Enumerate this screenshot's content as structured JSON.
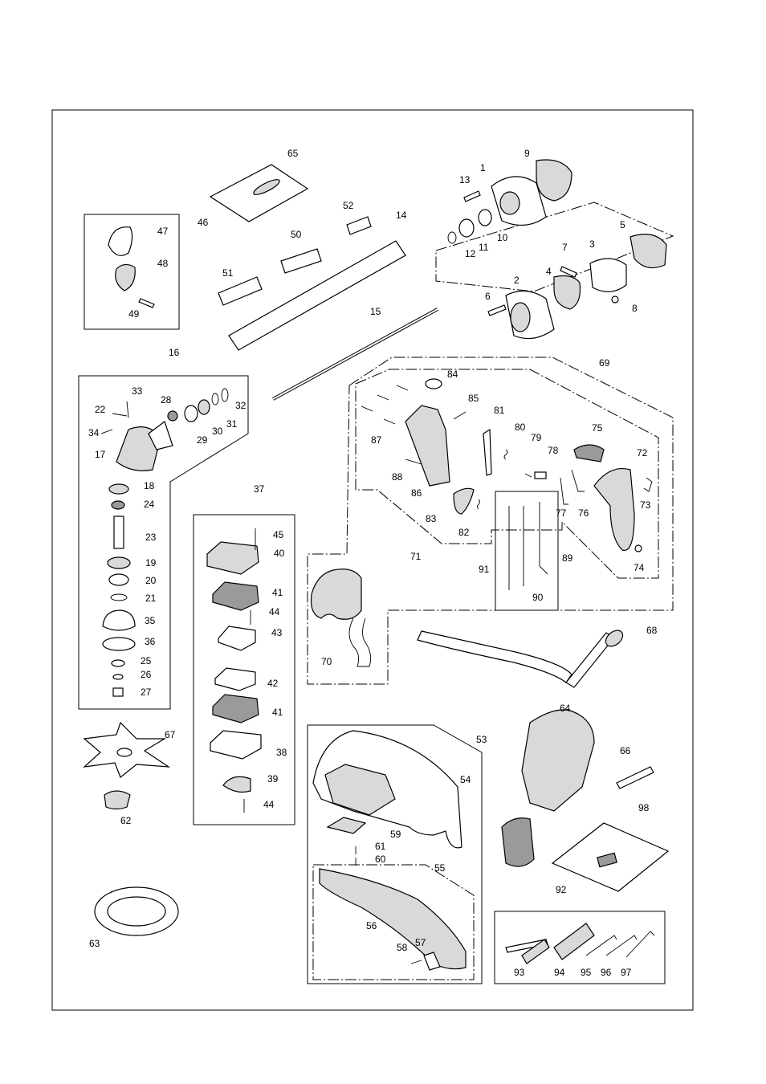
{
  "diagram": {
    "part_labels": [
      "1",
      "2",
      "3",
      "4",
      "5",
      "6",
      "7",
      "8",
      "9",
      "10",
      "11",
      "12",
      "13",
      "14",
      "15",
      "16",
      "17",
      "18",
      "19",
      "20",
      "21",
      "22",
      "23",
      "24",
      "25",
      "26",
      "27",
      "28",
      "29",
      "30",
      "31",
      "32",
      "33",
      "34",
      "35",
      "36",
      "37",
      "38",
      "39",
      "40",
      "41",
      "41",
      "42",
      "43",
      "44",
      "44",
      "45",
      "46",
      "47",
      "48",
      "49",
      "50",
      "51",
      "52",
      "53",
      "54",
      "55",
      "56",
      "57",
      "58",
      "59",
      "60",
      "61",
      "62",
      "63",
      "64",
      "65",
      "66",
      "67",
      "68",
      "69",
      "70",
      "71",
      "72",
      "73",
      "74",
      "75",
      "76",
      "77",
      "78",
      "79",
      "80",
      "81",
      "82",
      "83",
      "84",
      "85",
      "86",
      "87",
      "88",
      "89",
      "90",
      "91",
      "92",
      "93",
      "94",
      "95",
      "96",
      "97",
      "98"
    ]
  }
}
